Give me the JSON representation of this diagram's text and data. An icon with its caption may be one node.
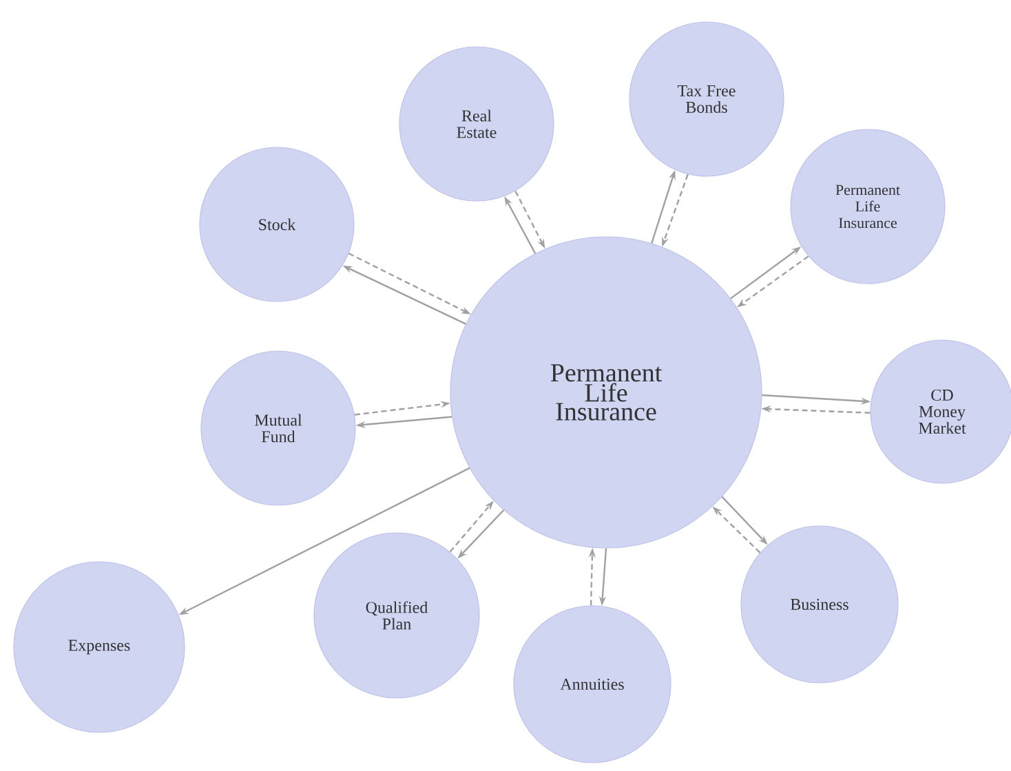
{
  "diagram": {
    "nodes": [
      {
        "text": [
          "Permanent Life Insurance"
        ]
      },
      {
        "text": [
          "Real Estate"
        ]
      },
      {
        "text": [
          "Tax Free Bonds"
        ]
      },
      {
        "text": [
          "Stock"
        ]
      },
      {
        "text": [
          "Permanent Life Insurance"
        ]
      },
      {
        "text": [
          "Mutual Fund"
        ]
      },
      {
        "text": [
          "CD Money Market"
        ]
      },
      {
        "text": [
          "Qualified Plan"
        ]
      },
      {
        "text": [
          "Business"
        ]
      },
      {
        "text": [
          "Expenses"
        ]
      },
      {
        "text": [
          "Annuities"
        ]
      }
    ],
    "edges": [
      {
        "from": 0,
        "to": 1,
        "arrow": "to"
      },
      {
        "from": 1,
        "to": 0,
        "arrow": "to",
        "style": "dashed"
      },
      {
        "from": 0,
        "to": 2,
        "arrow": "to"
      },
      {
        "from": 2,
        "to": 0,
        "arrow": "to",
        "style": "dashed"
      },
      {
        "from": 0,
        "to": 3,
        "arrow": "to"
      },
      {
        "from": 3,
        "to": 0,
        "arrow": "to",
        "style": "dashed"
      },
      {
        "from": 0,
        "to": 4,
        "arrow": "to"
      },
      {
        "from": 4,
        "to": 0,
        "arrow": "to",
        "style": "dashed"
      },
      {
        "from": 0,
        "to": 5,
        "arrow": "to"
      },
      {
        "from": 5,
        "to": 0,
        "arrow": "to",
        "style": "dashed"
      },
      {
        "from": 0,
        "to": 6,
        "arrow": "to"
      },
      {
        "from": 6,
        "to": 0,
        "arrow": "to",
        "style": "dashed"
      },
      {
        "from": 0,
        "to": 7,
        "arrow": "to"
      },
      {
        "from": 7,
        "to": 0,
        "arrow": "to",
        "style": "dashed"
      },
      {
        "from": 0,
        "to": 8,
        "arrow": "to"
      },
      {
        "from": 8,
        "to": 0,
        "arrow": "to",
        "style": "dashed"
      },
      {
        "from": 0,
        "to": 9,
        "arrow": "to"
      },
      {
        "from": 0,
        "to": 10,
        "arrow": "to"
      },
      {
        "from": 10,
        "to": 0,
        "arrow": "to",
        "style": "dashed"
      }
    ]
  }
}
